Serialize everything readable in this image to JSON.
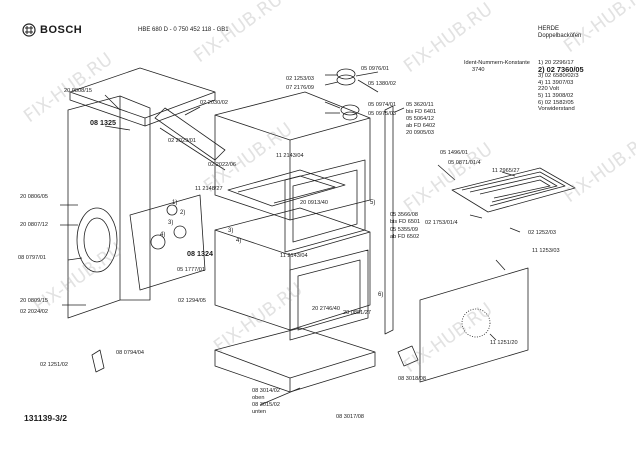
{
  "header": {
    "brand": "BOSCH",
    "model_line": "HBE 680 D  -  0 750 452 118 - GB1",
    "category": "HERDE",
    "subcategory": "Doppelbacköfen",
    "ident_label": "Ident-Nummern-Konstante",
    "ident_value": "3740"
  },
  "legend": [
    {
      "text": "1) 20 2296/17",
      "highlight": false
    },
    {
      "text": "2) 02 7360/05",
      "highlight": true
    },
    {
      "text": "3) 02 6580/02/3",
      "highlight": false
    },
    {
      "text": "4) 11 3907/03",
      "highlight": false
    },
    {
      "text": "    220 Volt",
      "highlight": false
    },
    {
      "text": "5) 11 3908/02",
      "highlight": false
    },
    {
      "text": "6) 02 1582/05",
      "highlight": false
    },
    {
      "text": "    Vorwiderstand",
      "highlight": false
    }
  ],
  "part_labels": [
    {
      "id": "p01",
      "text": "20 0808/15"
    },
    {
      "id": "p02",
      "text": "02 2030/02"
    },
    {
      "id": "p03",
      "text": "08 1325"
    },
    {
      "id": "p04",
      "text": "02 2029/01"
    },
    {
      "id": "p05",
      "text": "02 2022/06"
    },
    {
      "id": "p06",
      "text": "20 0806/05"
    },
    {
      "id": "p07",
      "text": "20 0807/12"
    },
    {
      "id": "p08",
      "text": "11 2148/27"
    },
    {
      "id": "p09",
      "text": "08 1324"
    },
    {
      "id": "p10",
      "text": "08 0797/01"
    },
    {
      "id": "p11",
      "text": "05 1777/01"
    },
    {
      "id": "p12",
      "text": "02 1294/05"
    },
    {
      "id": "p13",
      "text": "20 0809/15"
    },
    {
      "id": "p14",
      "text": "02 2024/02"
    },
    {
      "id": "p15",
      "text": "08 0794/04"
    },
    {
      "id": "p16",
      "text": "02 1251/02"
    },
    {
      "id": "p17",
      "text": "05 0976/01"
    },
    {
      "id": "p18",
      "text": "02 1253/03"
    },
    {
      "id": "p19",
      "text": "07 2176/09"
    },
    {
      "id": "p20",
      "text": "05 1380/02"
    },
    {
      "id": "p21",
      "text": "05 0974/01"
    },
    {
      "id": "p22",
      "text": "05 0975/03"
    },
    {
      "id": "p23",
      "text": "05 3620/11"
    },
    {
      "id": "p24",
      "text": "bis FD 6401"
    },
    {
      "id": "p25",
      "text": "05 5064/12"
    },
    {
      "id": "p26",
      "text": "ab FD 6402"
    },
    {
      "id": "p27",
      "text": "11 2143/04"
    },
    {
      "id": "p28",
      "text": "20 0905/03"
    },
    {
      "id": "p29",
      "text": "20 0913/40"
    },
    {
      "id": "p30",
      "text": "05 1496/01"
    },
    {
      "id": "p31",
      "text": "05 0871/01/4"
    },
    {
      "id": "p32",
      "text": "11 2965/27"
    },
    {
      "id": "p33",
      "text": "02 1753/01/4"
    },
    {
      "id": "p34",
      "text": "05 3566/08"
    },
    {
      "id": "p35",
      "text": "bis FD 6501"
    },
    {
      "id": "p36",
      "text": "05 5355/09"
    },
    {
      "id": "p37",
      "text": "ab FD 6502"
    },
    {
      "id": "p38",
      "text": "02 1252/03"
    },
    {
      "id": "p39",
      "text": "11 2143/04"
    },
    {
      "id": "p40",
      "text": "11 1253/03"
    },
    {
      "id": "p41",
      "text": "20 2746/40"
    },
    {
      "id": "p42",
      "text": "20 0881/27"
    },
    {
      "id": "p43",
      "text": "11 1251/20"
    },
    {
      "id": "p44",
      "text": "08 3018/08"
    },
    {
      "id": "p45",
      "text": "08 3014/02"
    },
    {
      "id": "p46",
      "text": "oben"
    },
    {
      "id": "p47",
      "text": "08 3015/02"
    },
    {
      "id": "p48",
      "text": "unten"
    },
    {
      "id": "p49",
      "text": "08 3017/08"
    }
  ],
  "callouts": [
    "1)",
    "2)",
    "3)",
    "4)",
    "5)",
    "6)",
    "3)",
    "4)"
  ],
  "footer": {
    "drawing_number": "131139-3/2"
  },
  "watermark": "FIX-HUB.RU"
}
